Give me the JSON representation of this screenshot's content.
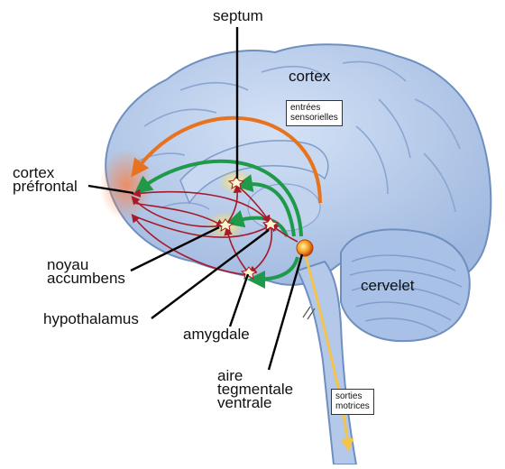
{
  "labels": {
    "septum": "septum",
    "cortex": "cortex",
    "cortex_prefrontal": "cortex\npréfrontal",
    "noyau_accumbens": "noyau\naccumbens",
    "hypothalamus": "hypothalamus",
    "amygdale": "amygdale",
    "aire_tegmentale_ventrale": "aire\ntegmentale\nventrale",
    "cervelet": "cervelet"
  },
  "boxes": {
    "entrees_sensorielles": "entrées\nsensorielles",
    "sorties_motrices": "sorties\nmotrices"
  },
  "colors": {
    "brain_fill": "#b9cdeb",
    "brain_stroke": "#6f8fc0",
    "green_pathway": "#1f9a4a",
    "orange_pathway": "#e8731e",
    "red_pathway": "#a51b2b",
    "motor_output": "#f4c44a",
    "glow": "#ff8a3c"
  }
}
